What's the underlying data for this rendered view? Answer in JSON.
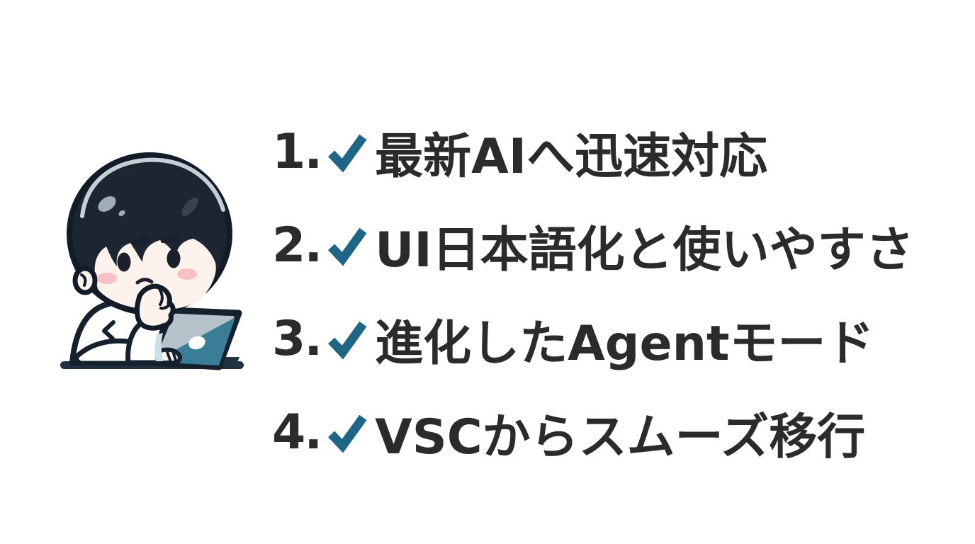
{
  "colors": {
    "background": "#ffffff",
    "text": "#2b2b2b",
    "check": "#1f6585"
  },
  "illustration": {
    "icon": "thinking-person-at-laptop",
    "palette": {
      "hair": "#1c2633",
      "outline": "#16212e",
      "skin": "#fdf2ec",
      "blush": "#f7c1c4",
      "shirt": "#ffffff",
      "shirt_shade": "#cde0e9",
      "laptop_teal": "#3a7d97",
      "laptop_gray": "#b7c3ca",
      "desk": "#223140",
      "hair_highlight": "#d9e2e8"
    }
  },
  "checklist": {
    "items": [
      {
        "number": "1.",
        "icon": "check-icon",
        "text": "最新AIへ迅速対応"
      },
      {
        "number": "2.",
        "icon": "check-icon",
        "text": "UI日本語化と使いやすさ"
      },
      {
        "number": "3.",
        "icon": "check-icon",
        "text": "進化したAgentモード"
      },
      {
        "number": "4.",
        "icon": "check-icon",
        "text": "VSCからスムーズ移行"
      }
    ]
  }
}
